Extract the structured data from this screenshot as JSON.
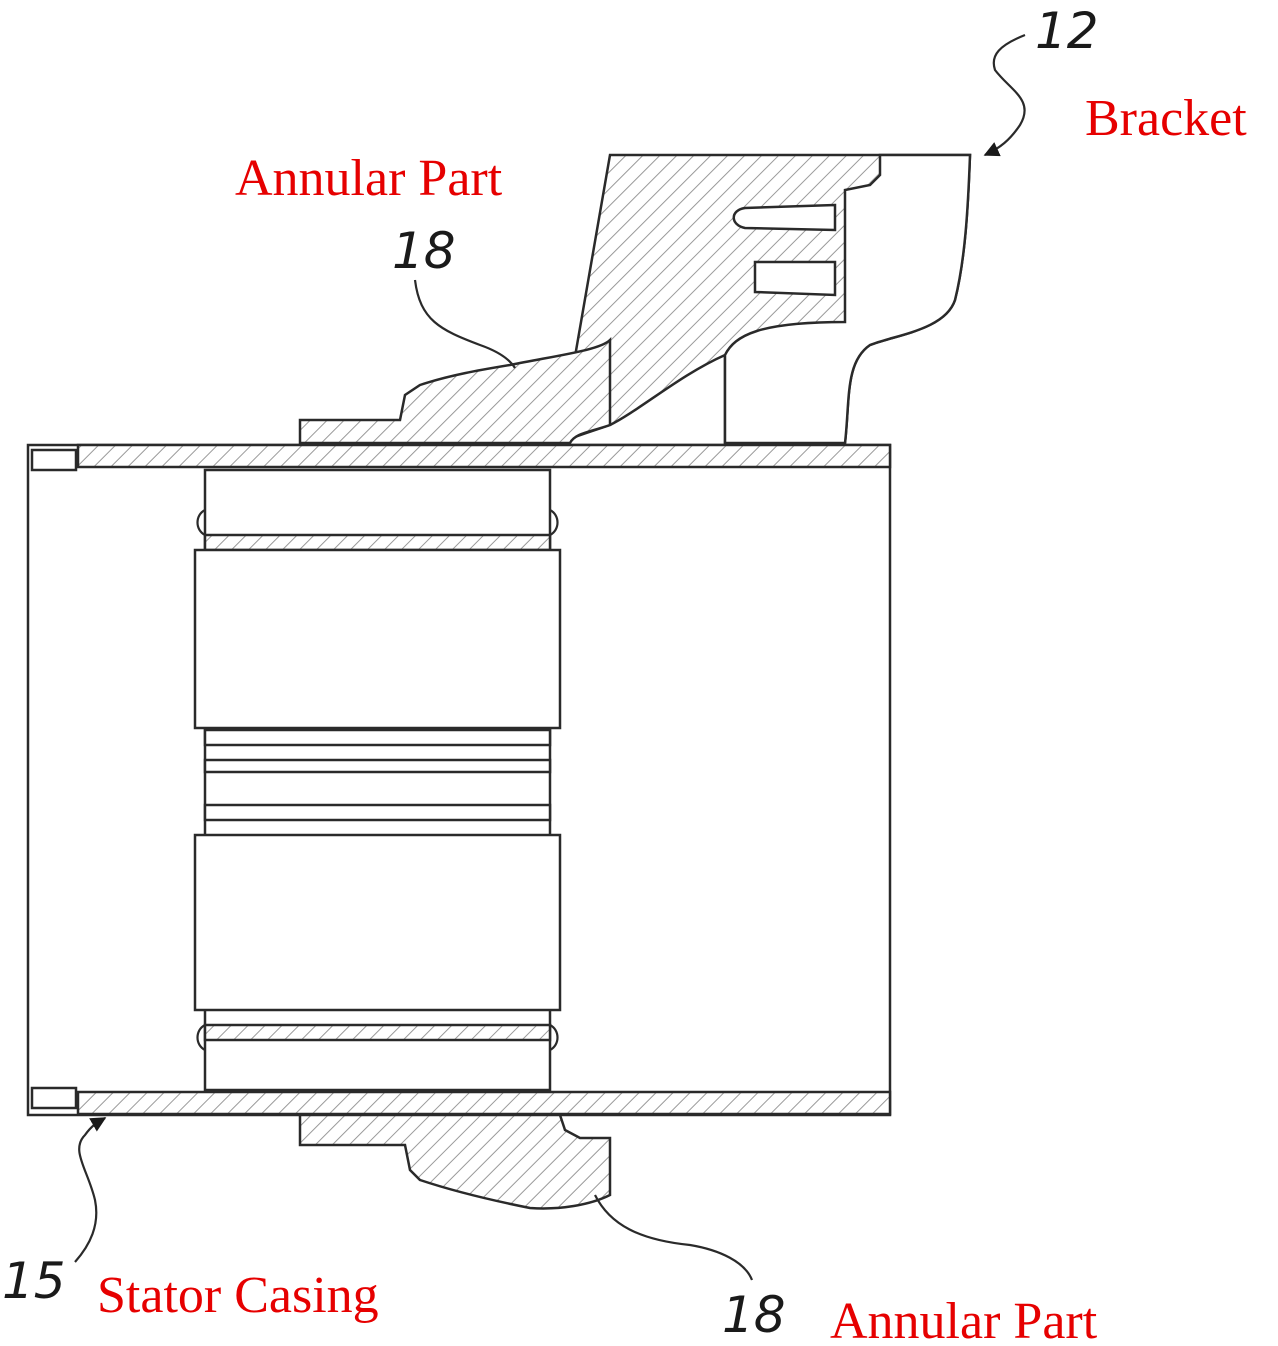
{
  "callouts": {
    "bracket": {
      "number": "12",
      "label": "Bracket"
    },
    "annular_top": {
      "number": "18",
      "label": "Annular Part"
    },
    "stator_casing": {
      "number": "15",
      "label": "Stator Casing"
    },
    "annular_bottom": {
      "number": "18",
      "label": "Annular Part"
    }
  },
  "colors": {
    "label": "#e60000",
    "line": "#2a2a2a",
    "hatch": "#9a9a9a",
    "background": "#ffffff"
  }
}
